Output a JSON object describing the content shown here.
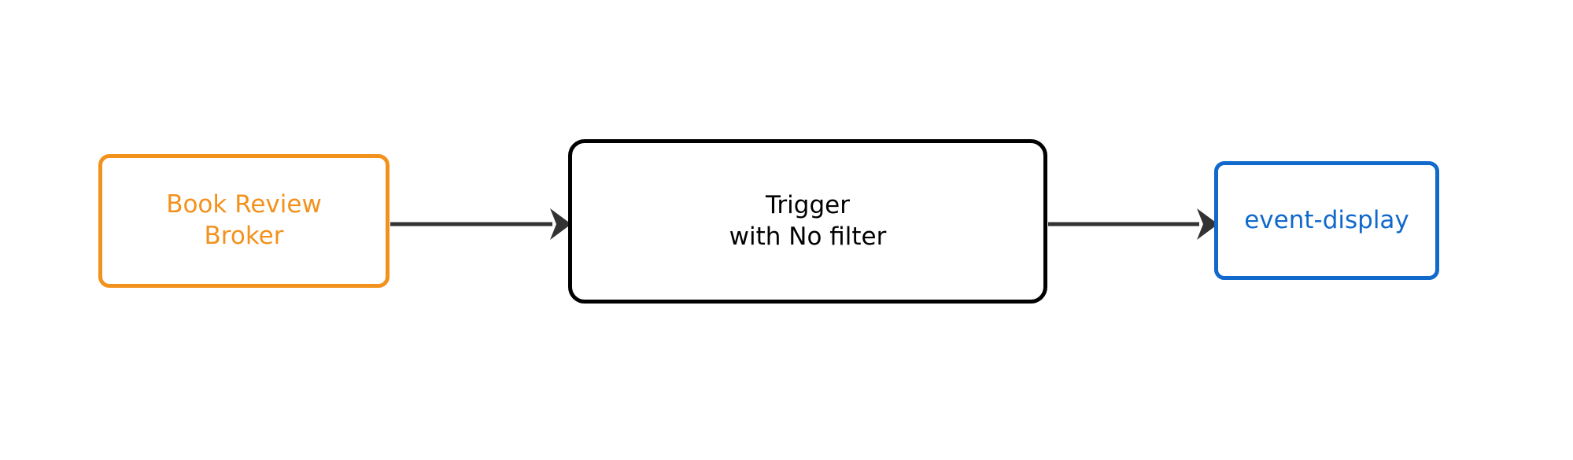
{
  "diagram": {
    "type": "flow",
    "orientation": "left-to-right",
    "background_color": "#ffffff",
    "nodes": [
      {
        "id": "broker",
        "role": "event-source-broker",
        "label": "Book Review\nBroker",
        "label_line_1": "Book Review",
        "label_line_2": "Broker",
        "shape": "rounded-rectangle",
        "border_color": "#f2921d",
        "text_color": "#f2921d",
        "fill_color": "#ffffff"
      },
      {
        "id": "trigger",
        "role": "trigger",
        "label": "Trigger\nwith No filter",
        "label_line_1": "Trigger",
        "label_line_2": "with No filter",
        "shape": "rounded-rectangle",
        "border_color": "#000000",
        "text_color": "#000000",
        "fill_color": "#ffffff"
      },
      {
        "id": "sink",
        "role": "event-sink-service",
        "label": "event-display",
        "shape": "rounded-rectangle",
        "border_color": "#1169cc",
        "text_color": "#1169cc",
        "fill_color": "#ffffff"
      }
    ],
    "edges": [
      {
        "id": "edge-broker-to-trigger",
        "from": "broker",
        "to": "trigger",
        "label": "",
        "color": "#333333",
        "arrowhead": "filled-triangle"
      },
      {
        "id": "edge-trigger-to-sink",
        "from": "trigger",
        "to": "sink",
        "label": "",
        "color": "#333333",
        "arrowhead": "filled-triangle"
      }
    ]
  },
  "colors": {
    "orange": "#f2921d",
    "blue": "#1169cc",
    "black": "#000000",
    "arrow_gray": "#333333",
    "background": "#ffffff"
  }
}
